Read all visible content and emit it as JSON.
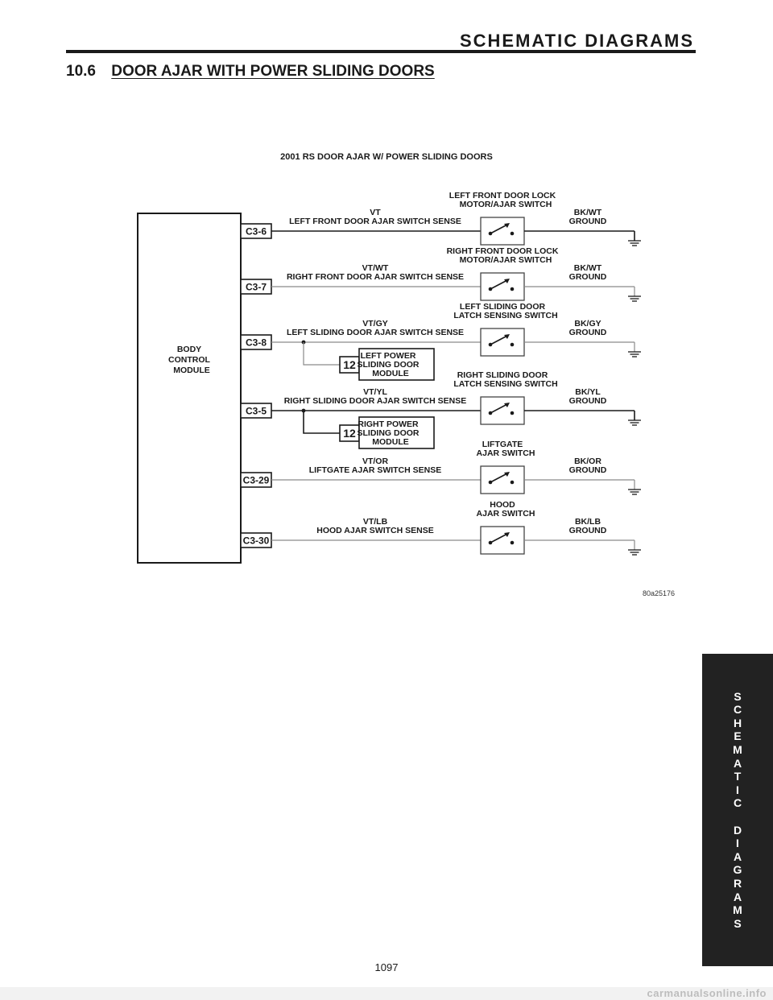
{
  "header": {
    "title": "SCHEMATIC DIAGRAMS"
  },
  "section": {
    "number": "10.6",
    "title": "DOOR AJAR WITH POWER SLIDING DOORS"
  },
  "diagram": {
    "title": "2001 RS DOOR AJAR W/ POWER SLIDING DOORS",
    "figure_id": "80a25176",
    "module": [
      "BODY",
      "CONTROL",
      "MODULE"
    ],
    "circuits": [
      {
        "pin": "C3-6",
        "wire": "VT",
        "sense": "LEFT FRONT DOOR AJAR SWITCH SENSE",
        "switch": [
          "LEFT FRONT DOOR LOCK",
          "MOTOR/AJAR SWITCH"
        ],
        "ground_wire": "BK/WT",
        "ground": "GROUND"
      },
      {
        "pin": "C3-7",
        "wire": "VT/WT",
        "sense": "RIGHT FRONT DOOR AJAR SWITCH SENSE",
        "switch": [
          "RIGHT FRONT DOOR LOCK",
          "MOTOR/AJAR SWITCH"
        ],
        "ground_wire": "BK/WT",
        "ground": "GROUND"
      },
      {
        "pin": "C3-8",
        "wire": "VT/GY",
        "sense": "LEFT SLIDING DOOR AJAR SWITCH SENSE",
        "switch": [
          "LEFT SLIDING DOOR",
          "LATCH SENSING SWITCH"
        ],
        "ground_wire": "BK/GY",
        "ground": "GROUND",
        "branch": {
          "pin": "12",
          "name": [
            "LEFT POWER",
            "SLIDING DOOR",
            "MODULE"
          ]
        }
      },
      {
        "pin": "C3-5",
        "wire": "VT/YL",
        "sense": "RIGHT SLIDING DOOR AJAR SWITCH SENSE",
        "switch": [
          "RIGHT SLIDING DOOR",
          "LATCH SENSING SWITCH"
        ],
        "ground_wire": "BK/YL",
        "ground": "GROUND",
        "branch": {
          "pin": "12",
          "name": [
            "RIGHT POWER",
            "SLIDING DOOR",
            "MODULE"
          ]
        }
      },
      {
        "pin": "C3-29",
        "wire": "VT/OR",
        "sense": "LIFTGATE AJAR SWITCH SENSE",
        "switch": [
          "LIFTGATE",
          "AJAR SWITCH"
        ],
        "ground_wire": "BK/OR",
        "ground": "GROUND"
      },
      {
        "pin": "C3-30",
        "wire": "VT/LB",
        "sense": "HOOD AJAR SWITCH SENSE",
        "switch": [
          "HOOD",
          "AJAR SWITCH"
        ],
        "ground_wire": "BK/LB",
        "ground": "GROUND"
      }
    ]
  },
  "side_tab": {
    "word1": "SCHEMATIC",
    "word2": "DIAGRAMS"
  },
  "page_number": "1097",
  "watermark": "carmanualsonline.info"
}
